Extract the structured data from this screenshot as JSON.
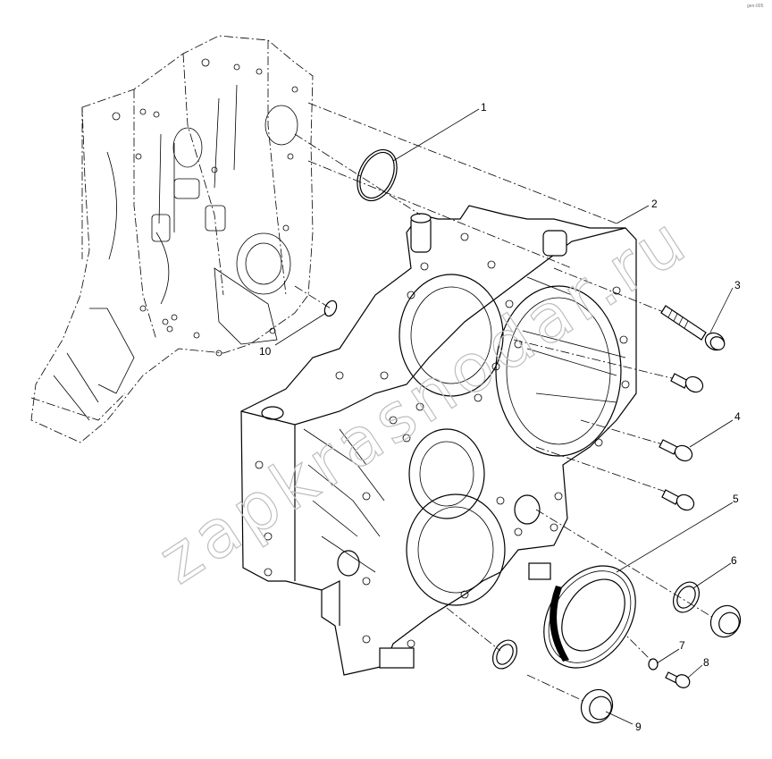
{
  "callouts": [
    {
      "id": "1",
      "label": "1"
    },
    {
      "id": "2",
      "label": "2"
    },
    {
      "id": "3",
      "label": "3"
    },
    {
      "id": "4",
      "label": "4"
    },
    {
      "id": "5",
      "label": "5"
    },
    {
      "id": "6",
      "label": "6"
    },
    {
      "id": "7",
      "label": "7"
    },
    {
      "id": "8",
      "label": "8"
    },
    {
      "id": "9",
      "label": "9"
    },
    {
      "id": "10",
      "label": "10"
    }
  ],
  "watermark": "zapkrasnodar.ru",
  "corner_mark": "gen-005"
}
